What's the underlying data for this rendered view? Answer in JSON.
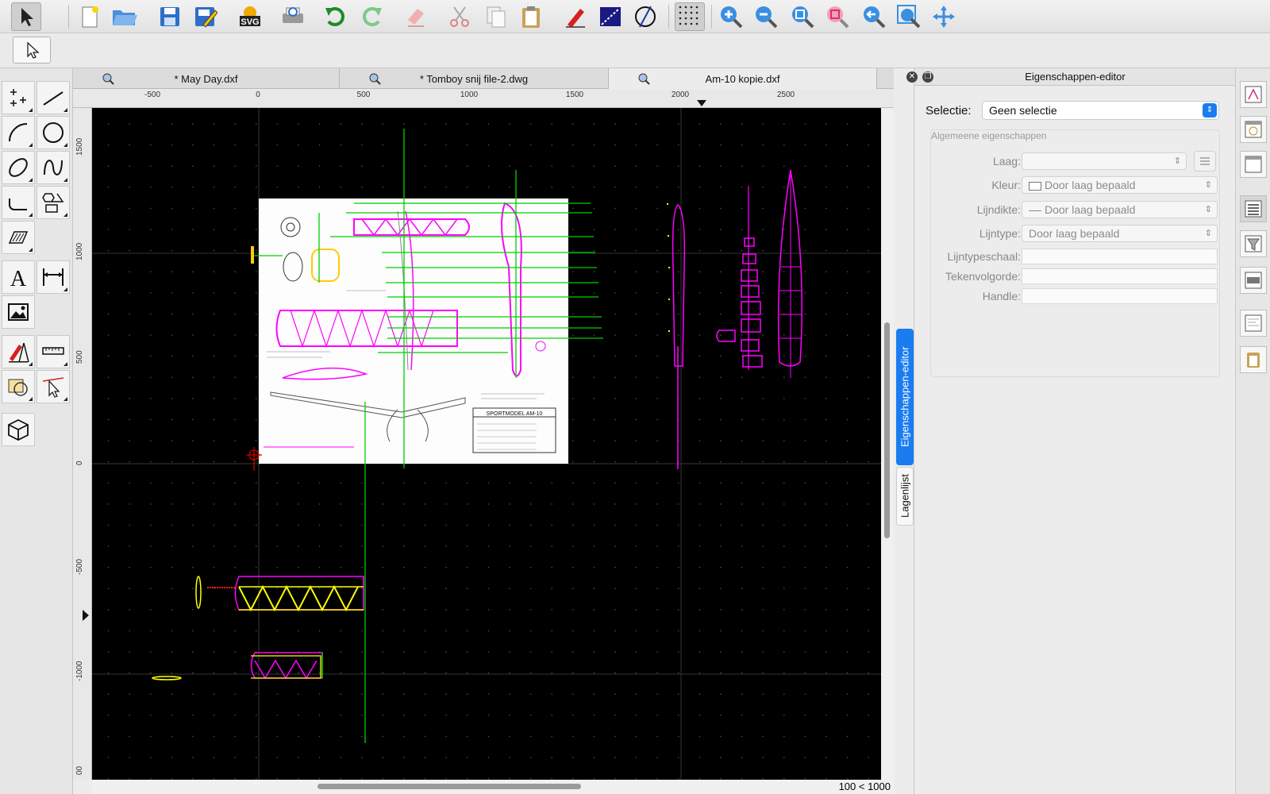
{
  "tabs": [
    {
      "label": "* May Day.dxf"
    },
    {
      "label": "* Tomboy  snij file-2.dwg"
    },
    {
      "label": "Am-10  kopie.dxf"
    }
  ],
  "ruler": {
    "horizontal": [
      "-500",
      "0",
      "500",
      "1000",
      "1500",
      "2000",
      "2500"
    ],
    "vertical": [
      "1500",
      "1000",
      "500",
      "0",
      "-500",
      "-1000",
      "00"
    ]
  },
  "status": {
    "zoom": "100 < 1000"
  },
  "side_tabs": {
    "properties": "Eigenschappen-editor",
    "layers": "Lagenlijst"
  },
  "properties": {
    "title": "Eigenschappen-editor",
    "selection_label": "Selectie:",
    "selection_value": "Geen selectie",
    "section": "Algemeene eigenschappen",
    "layer_label": "Laag:",
    "color_label": "Kleur:",
    "color_value": "Door laag bepaald",
    "linewidth_label": "Lijndikte:",
    "linewidth_value": "Door laag bepaald",
    "linetype_label": "Lijntype:",
    "linetype_value": "Door laag bepaald",
    "linetypescale_label": "Lijntypeschaal:",
    "draworder_label": "Tekenvolgorde:",
    "handle_label": "Handle:"
  },
  "drawing": {
    "title_block": "SPORTMODEL AM-10",
    "colors": {
      "accent": "#1a7cf0",
      "magenta": "#ff00ff",
      "green": "#00d000",
      "yellow": "#ffff00"
    }
  }
}
